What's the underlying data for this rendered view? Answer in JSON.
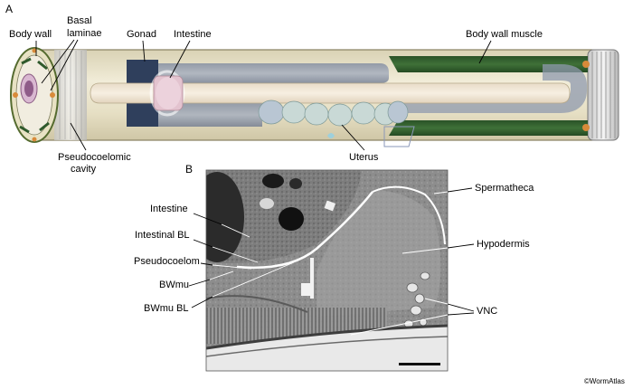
{
  "panels": {
    "a": "A",
    "b": "B"
  },
  "labels_a": {
    "body_wall": "Body wall",
    "basal_line1": "Basal",
    "basal_line2": "laminae",
    "gonad": "Gonad",
    "intestine": "Intestine",
    "body_wall_muscle": "Body wall muscle",
    "pseudo_line1": "Pseudocoelomic",
    "pseudo_line2": "cavity",
    "uterus": "Uterus"
  },
  "labels_b": {
    "intestine": "Intestine",
    "intestinal_bl": "Intestinal BL",
    "pseudocoelom": "Pseudocoelom",
    "bwmu": "BWmu",
    "bwmu_bl": "BWmu BL",
    "spermatheca": "Spermatheca",
    "hypodermis": "Hypodermis",
    "vnc": "VNC"
  },
  "copyright": "©WormAtlas",
  "colors": {
    "body_tube": "#e9e3c8",
    "muscle": "#2f5a2c",
    "gonad": "#2f3f5c",
    "intestine": "#e3c3cf",
    "uterus": "#c9d9d6",
    "em_bg": "#8c8c8c"
  }
}
